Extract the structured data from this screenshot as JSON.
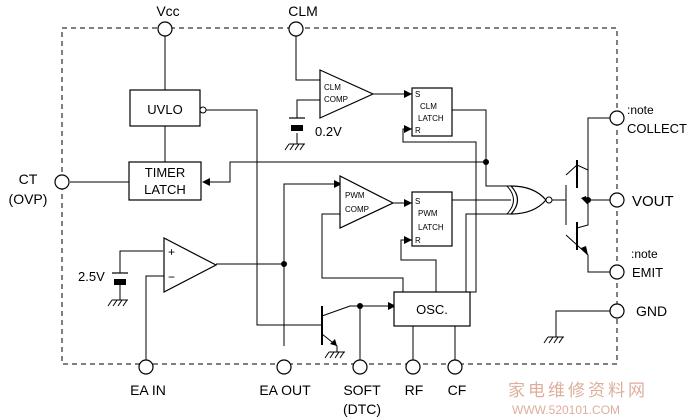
{
  "blocks": {
    "uvlo": "UVLO",
    "timer_line1": "TIMER",
    "timer_line2": "LATCH",
    "clm_comp_line1": "CLM",
    "clm_comp_line2": "COMP",
    "clm_latch_s": "S",
    "clm_latch_line1": "CLM",
    "clm_latch_line2": "LATCH",
    "clm_latch_r": "R",
    "pwm_comp_line1": "PWM",
    "pwm_comp_line2": "COMP",
    "pwm_latch_s": "S",
    "pwm_latch_line1": "PWM",
    "pwm_latch_line2": "LATCH",
    "pwm_latch_r": "R",
    "osc": "OSC.",
    "ea_plus": "+",
    "ea_minus": "−"
  },
  "refs": {
    "clm_ref": "0.2V",
    "ea_ref": "2.5V"
  },
  "pins": {
    "vcc": "Vcc",
    "clm": "CLM",
    "ct_line1": "CT",
    "ct_line2": "(OVP)",
    "collect_note": ":note",
    "collect": "COLLECT",
    "vout": "VOUT",
    "emit_note": ":note",
    "emit": "EMIT",
    "gnd": "GND",
    "ea_in": "EA IN",
    "ea_out": "EA OUT",
    "soft_line1": "SOFT",
    "soft_line2": "(DTC)",
    "rf": "RF",
    "cf": "CF"
  },
  "watermark": {
    "cn": "家电维修资料网",
    "url": "WWW.520101.COM"
  }
}
